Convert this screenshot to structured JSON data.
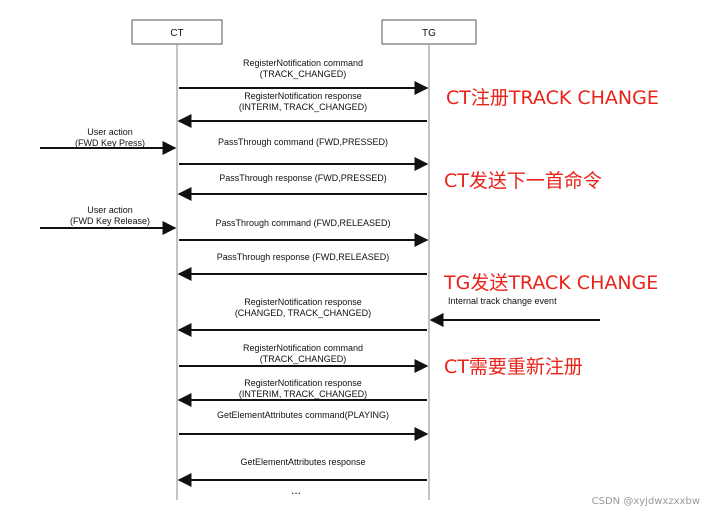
{
  "participants": {
    "ct": "CT",
    "tg": "TG"
  },
  "messages": [
    {
      "line1": "RegisterNotification command",
      "line2": "(TRACK_CHANGED)",
      "dir": "right"
    },
    {
      "line1": "RegisterNotification response",
      "line2": "(INTERIM, TRACK_CHANGED)",
      "dir": "left"
    },
    {
      "line1": "PassThrough command (FWD,PRESSED)",
      "line2": "",
      "dir": "right"
    },
    {
      "line1": "PassThrough response (FWD,PRESSED)",
      "line2": "",
      "dir": "left"
    },
    {
      "line1": "PassThrough command (FWD,RELEASED)",
      "line2": "",
      "dir": "right"
    },
    {
      "line1": "PassThrough response (FWD,RELEASED)",
      "line2": "",
      "dir": "left"
    },
    {
      "line1": "RegisterNotification response",
      "line2": "(CHANGED, TRACK_CHANGED)",
      "dir": "left"
    },
    {
      "line1": "RegisterNotification command",
      "line2": "(TRACK_CHANGED)",
      "dir": "right"
    },
    {
      "line1": "RegisterNotification response",
      "line2": "(INTERIM, TRACK_CHANGED)",
      "dir": "left"
    },
    {
      "line1": "GetElementAttributes command(PLAYING)",
      "line2": "",
      "dir": "right"
    },
    {
      "line1": "GetElementAttributes response",
      "line2": "",
      "dir": "left"
    }
  ],
  "external": {
    "user_action_1": {
      "line1": "User action",
      "line2": "(FWD Key Press)"
    },
    "user_action_2": {
      "line1": "User action",
      "line2": "(FWD Key Release)"
    },
    "tg_event": "Internal track change event"
  },
  "annotations": [
    "CT注册TRACK CHANGE",
    "CT发送下一首命令",
    "TG发送TRACK CHANGE",
    "CT需要重新注册"
  ],
  "ellipsis": "...",
  "watermark": "CSDN @xyjdwxzxxbw",
  "colors": {
    "annotation": "#e8231a",
    "line": "#111111",
    "watermark": "#9a9a9a"
  }
}
